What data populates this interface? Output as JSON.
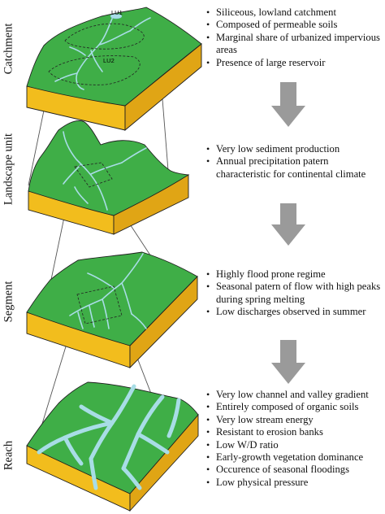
{
  "levels": [
    {
      "name": "Catchment",
      "tags": [
        "LU1",
        "LU2"
      ],
      "bullets": [
        "Siliceous, lowland catchment",
        "Composed of permeable soils",
        "Marginal share of urbanized impervious areas",
        "Presence of large reservoir"
      ]
    },
    {
      "name": "Landscape unit",
      "bullets": [
        "Very low sediment production",
        "Annual precipitation patern characteristic for continental climate"
      ]
    },
    {
      "name": "Segment",
      "bullets": [
        "Highly flood prone regime",
        "Seasonal patern of flow with high peaks during spring melting",
        "Low discharges observed in summer"
      ]
    },
    {
      "name": "Reach",
      "bullets": [
        "Very low channel and valley gradient",
        "Entirely composed of organic soils",
        "Very low stream energy",
        "Resistant to erosion banks",
        "Low W/D ratio",
        "Early-growth vegetation dominance",
        "Occurence of seasonal floodings",
        "Low physical pressure"
      ]
    }
  ],
  "colors": {
    "terrain_top": "#3fae47",
    "soil_front": "#f2bd1d",
    "soil_side": "#e0a515",
    "water": "#a8dde6",
    "arrow": "#9a9a9a"
  }
}
